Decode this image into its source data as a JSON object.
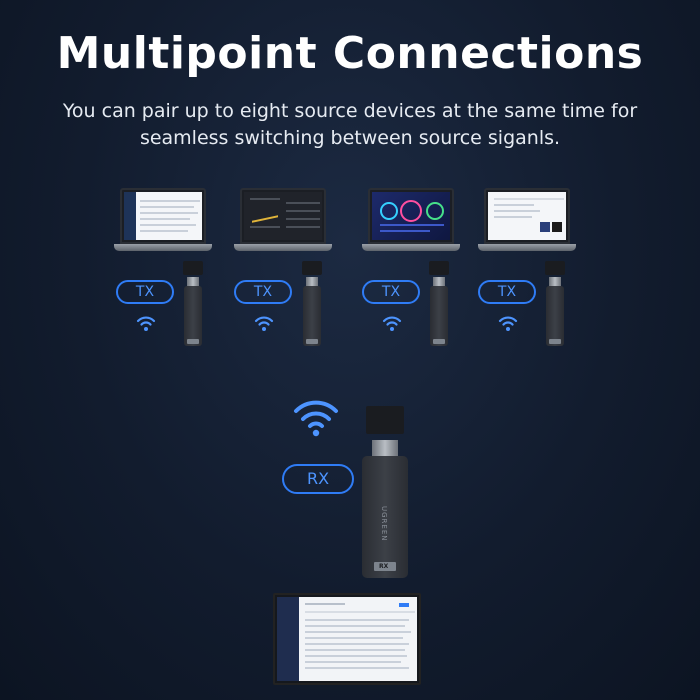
{
  "header": {
    "title": "Multipoint Connections",
    "subtitle": "You can pair up to eight source devices at the same time for seamless switching between source siganls."
  },
  "transmitters": [
    {
      "label": "TX",
      "screen": "white"
    },
    {
      "label": "TX",
      "screen": "dark"
    },
    {
      "label": "TX",
      "screen": "blue"
    },
    {
      "label": "TX",
      "screen": "white"
    }
  ],
  "receiver": {
    "label": "RX",
    "brand": "UGREEN",
    "tag": "RX"
  },
  "colors": {
    "accent": "#2f7cf6",
    "background": "#121c2e"
  },
  "icons": {
    "wireless": "wifi-signal-icon"
  }
}
